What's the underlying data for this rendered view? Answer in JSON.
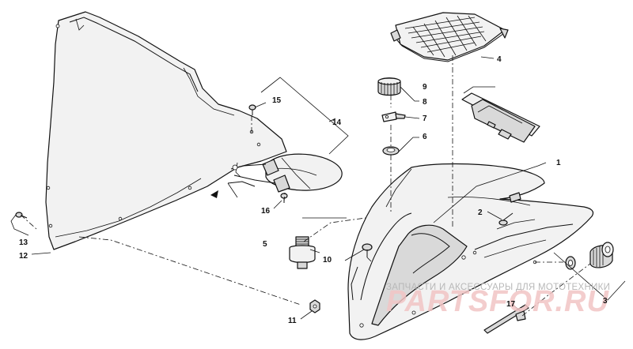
{
  "callouts": {
    "c1": "1",
    "c2": "2",
    "c3": "3",
    "c4": "4",
    "c5": "5",
    "c6": "6",
    "c7": "7",
    "c8": "8",
    "c9": "9",
    "c10": "10",
    "c11": "11",
    "c12": "12",
    "c13": "13",
    "c14": "14",
    "c15": "15",
    "c16": "16",
    "c17": "17"
  },
  "watermark": {
    "caption": "ЗАПЧАСТИ И АКСЕССУАРЫ ДЛЯ МОТОТЕХНИКИ",
    "logo": "PARTSFOR.RU"
  }
}
